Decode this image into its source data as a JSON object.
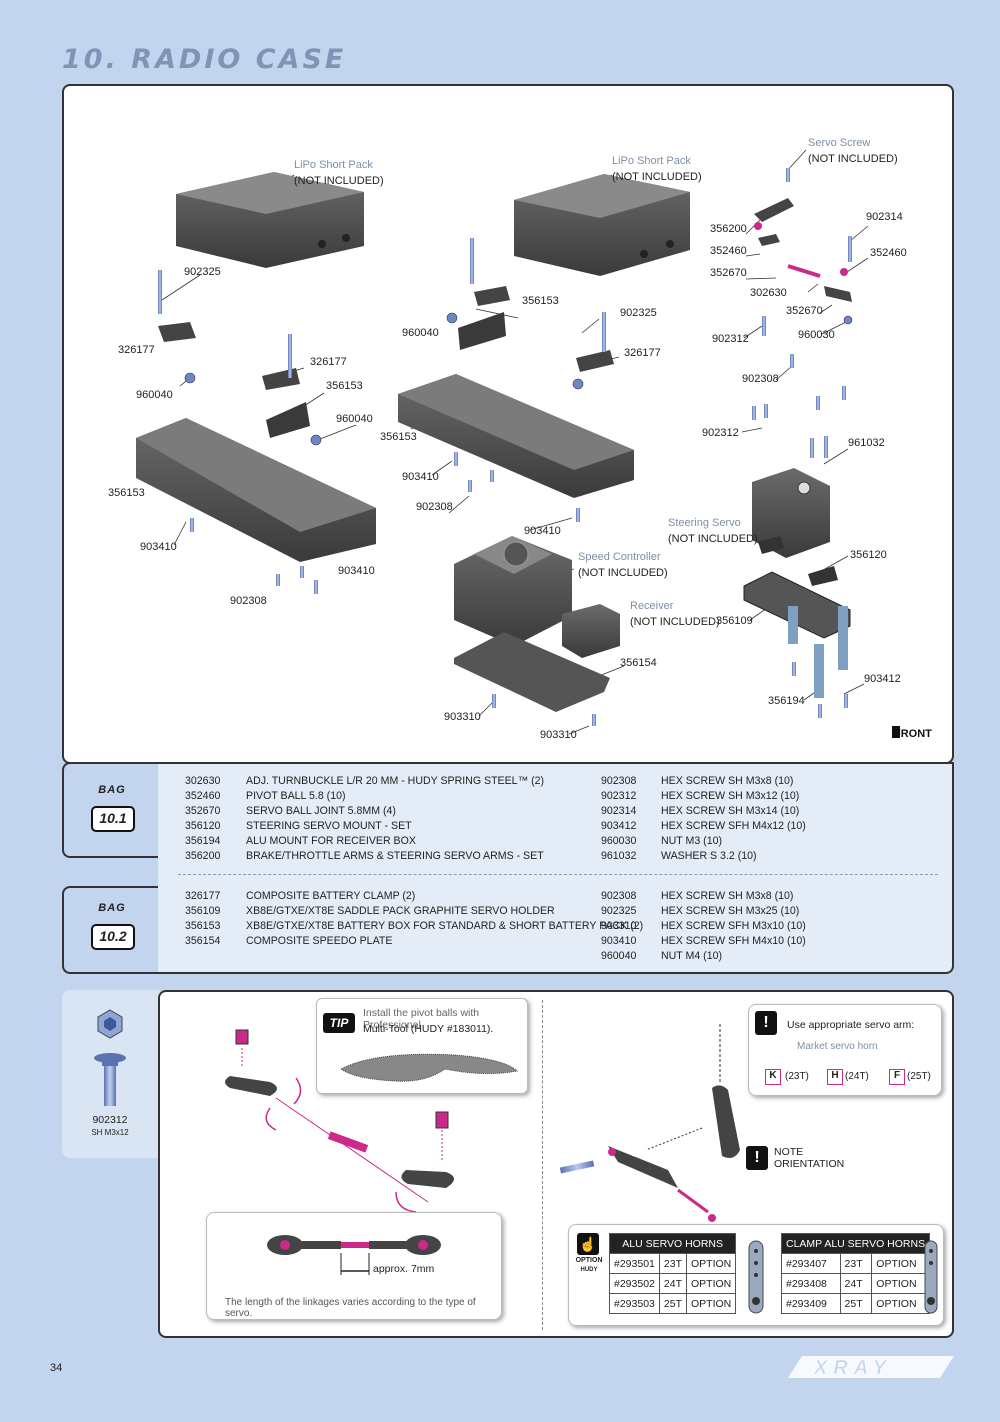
{
  "page": {
    "title": "10. RADIO CASE",
    "number": "34",
    "brand": "XRAY"
  },
  "diagram": {
    "front_label": "FRONT",
    "callouts": {
      "lipo_left": "LiPo Short Pack",
      "lipo_left_ni": "(NOT INCLUDED)",
      "lipo_right": "LiPo Short Pack",
      "lipo_right_ni": "(NOT INCLUDED)",
      "servo_screw": "Servo Screw",
      "servo_screw_ni": "(NOT INCLUDED)",
      "steering_servo": "Steering Servo",
      "steering_servo_ni": "(NOT INCLUDED)",
      "speed_controller": "Speed Controller",
      "speed_controller_ni": "(NOT INCLUDED)",
      "receiver": "Receiver",
      "receiver_ni": "(NOT INCLUDED)"
    },
    "part_labels": {
      "l_902325": "902325",
      "l_326177a": "326177",
      "l_960040a": "960040",
      "l_326177b": "326177",
      "l_356153a": "356153",
      "l_960040b": "960040",
      "l_356153b": "356153",
      "l_903410a": "903410",
      "l_903410b": "903410",
      "l_902308a": "902308",
      "m_960040": "960040",
      "m_356153": "356153",
      "m_902325": "902325",
      "m_326177": "326177",
      "m_356153b": "356153",
      "m_903410": "903410",
      "m_902308": "902308",
      "m_903410b": "903410",
      "m_356154": "356154",
      "m_903310a": "903310",
      "m_903310b": "903310",
      "r_356200": "356200",
      "r_352460a": "352460",
      "r_352670a": "352670",
      "r_902314": "902314",
      "r_352460b": "352460",
      "r_302630": "302630",
      "r_352670b": "352670",
      "r_902312a": "902312",
      "r_960030": "960030",
      "r_902308": "902308",
      "r_902312b": "902312",
      "r_961032": "961032",
      "r_356120": "356120",
      "r_356109": "356109",
      "r_903412": "903412",
      "r_356194": "356194"
    }
  },
  "bag_label": "BAG",
  "bags": [
    {
      "number": "10.1",
      "left": [
        {
          "code": "302630",
          "desc": "ADJ. TURNBUCKLE L/R 20 MM  - HUDY SPRING STEEL™ (2)"
        },
        {
          "code": "352460",
          "desc": "PIVOT BALL 5.8 (10)"
        },
        {
          "code": "352670",
          "desc": "SERVO BALL JOINT  5.8MM (4)"
        },
        {
          "code": "356120",
          "desc": "STEERING SERVO MOUNT - SET"
        },
        {
          "code": "356194",
          "desc": "ALU MOUNT FOR RECEIVER BOX"
        },
        {
          "code": "356200",
          "desc": "BRAKE/THROTTLE ARMS & STEERING SERVO ARMS - SET"
        }
      ],
      "right": [
        {
          "code": "902308",
          "desc": "HEX SCREW  SH M3x8  (10)"
        },
        {
          "code": "902312",
          "desc": "HEX SCREW  SH M3x12 (10)"
        },
        {
          "code": "902314",
          "desc": "HEX SCREW  SH M3x14 (10)"
        },
        {
          "code": "903412",
          "desc": "HEX SCREW  SFH M4x12 (10)"
        },
        {
          "code": "960030",
          "desc": "NUT M3 (10)"
        },
        {
          "code": "961032",
          "desc": "WASHER S 3.2 (10)"
        }
      ]
    },
    {
      "number": "10.2",
      "left": [
        {
          "code": "326177",
          "desc": "COMPOSITE BATTERY CLAMP (2)"
        },
        {
          "code": "356109",
          "desc": "XB8E/GTXE/XT8E SADDLE PACK GRAPHITE SERVO HOLDER"
        },
        {
          "code": "356153",
          "desc": "XB8E/GTXE/XT8E BATTERY BOX FOR STANDARD & SHORT BATTERY PACK (2)"
        },
        {
          "code": "356154",
          "desc": "COMPOSITE SPEEDO PLATE"
        }
      ],
      "right": [
        {
          "code": "902308",
          "desc": "HEX SCREW  SH M3x8  (10)"
        },
        {
          "code": "902325",
          "desc": "HEX SCREW  SH M3x25 (10)"
        },
        {
          "code": "903310",
          "desc": "HEX SCREW  SFH M3x10 (10)"
        },
        {
          "code": "903410",
          "desc": "HEX SCREW  SFH M4x10 (10)"
        },
        {
          "code": "960040",
          "desc": "NUT M4 (10)"
        }
      ]
    }
  ],
  "screw_ref": {
    "code": "902312",
    "name": "SH M3x12"
  },
  "tip": {
    "badge": "TIP",
    "text_line1": "Install the pivot balls with Professional",
    "text_line2": "Multi-Tool (HUDY #183011).",
    "measure": "approx. 7mm",
    "note": "The length of the linkages varies according to the type of servo."
  },
  "servo_arm": {
    "title": "Use appropriate servo arm:",
    "market": "Market servo horn",
    "k": "K",
    "k_t": "(23T)",
    "h": "H",
    "h_t": "(24T)",
    "f": "F",
    "f_t": "(25T)",
    "note1": "NOTE",
    "note2": "ORIENTATION"
  },
  "options": {
    "option_label": "OPTION",
    "hudy_label": "HUDY",
    "alu_title": "ALU SERVO HORNS",
    "alu_rows": [
      {
        "code": "#293501",
        "teeth": "23T",
        "tag": "OPTION"
      },
      {
        "code": "#293502",
        "teeth": "24T",
        "tag": "OPTION"
      },
      {
        "code": "#293503",
        "teeth": "25T",
        "tag": "OPTION"
      }
    ],
    "clamp_title": "CLAMP ALU SERVO HORNS",
    "clamp_rows": [
      {
        "code": "#293407",
        "teeth": "23T",
        "tag": "OPTION"
      },
      {
        "code": "#293408",
        "teeth": "24T",
        "tag": "OPTION"
      },
      {
        "code": "#293409",
        "teeth": "25T",
        "tag": "OPTION"
      }
    ]
  },
  "colors": {
    "background": "#c3d5ee",
    "accent": "#cc2a8a",
    "screw": "#8ea6d6"
  }
}
